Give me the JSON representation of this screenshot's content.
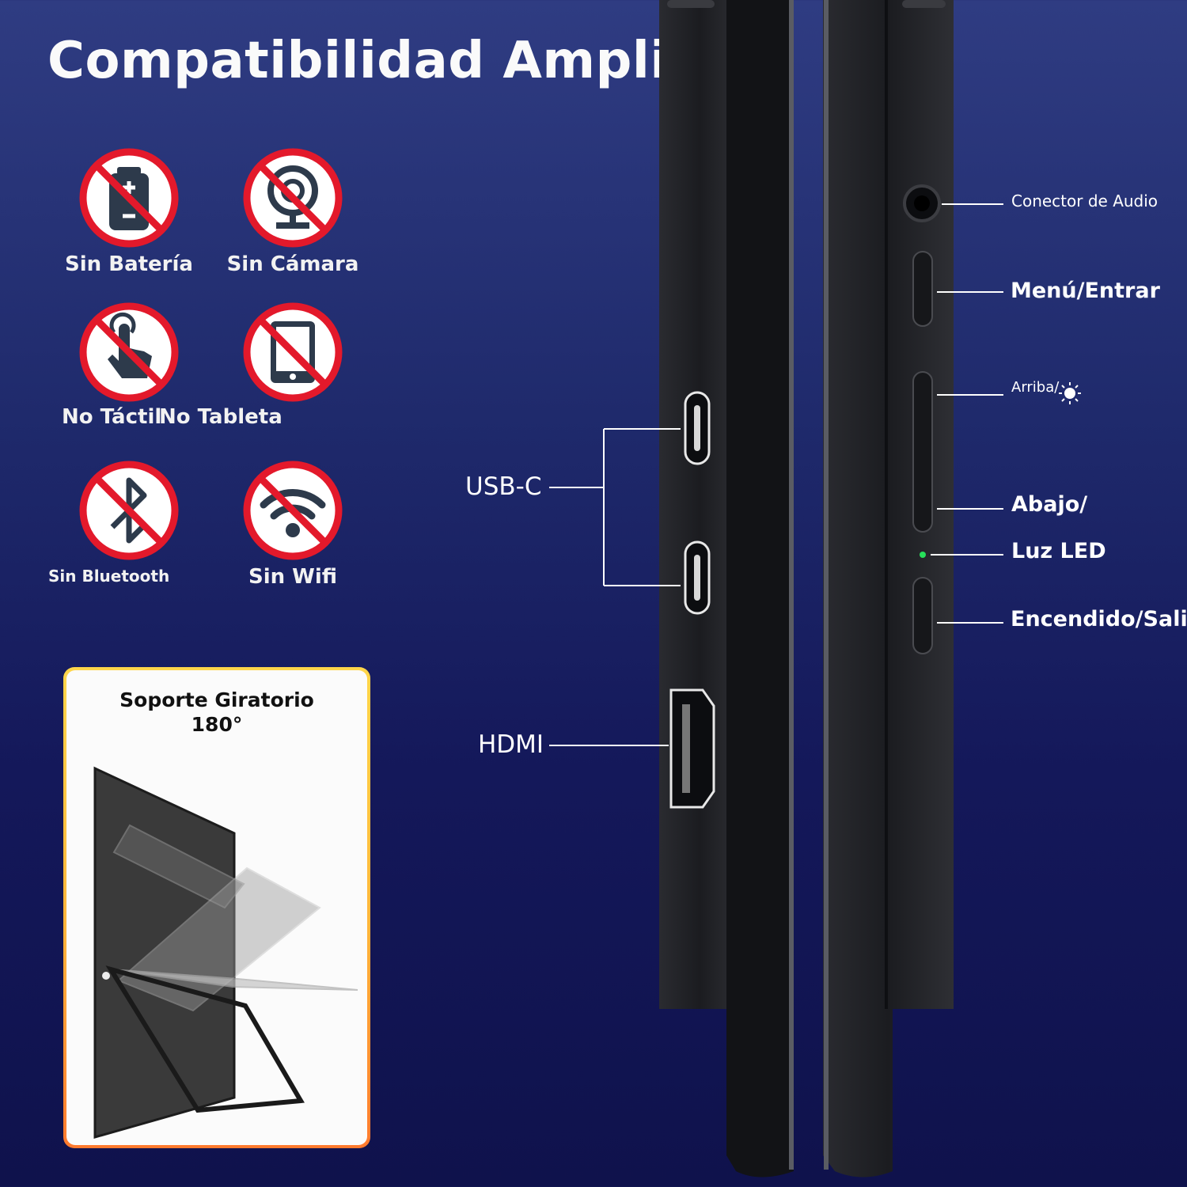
{
  "header": {
    "title": "Compatibilidad Amplia"
  },
  "features": [
    {
      "label": "Sin Batería",
      "icon": "battery-icon"
    },
    {
      "label": "Sin Cámara",
      "icon": "webcam-icon"
    },
    {
      "label": "No Táctil",
      "icon": "touch-hand-icon"
    },
    {
      "label": "No Tableta",
      "icon": "tablet-icon"
    },
    {
      "label": "Sin Bluetooth",
      "icon": "bluetooth-icon"
    },
    {
      "label": "Sin Wifi",
      "icon": "wifi-icon"
    }
  ],
  "stand_card": {
    "title_line1": "Soporte Giratorio",
    "title_line2": "180°"
  },
  "ports": {
    "usb_c": "USB-C",
    "hdmi": "HDMI"
  },
  "buttons": {
    "audio": "Conector de Audio",
    "menu": "Menú/Entrar",
    "up": "Arriba/",
    "down": "Abajo/",
    "led": "Luz LED",
    "power": "Encendido/Salir"
  },
  "colors": {
    "prohibit_red": "#e3192b",
    "icon_dark": "#2d3a4b",
    "card_border_top": "#ffd64a",
    "card_border_bottom": "#ff7a2e",
    "led_green": "#27e05a"
  }
}
